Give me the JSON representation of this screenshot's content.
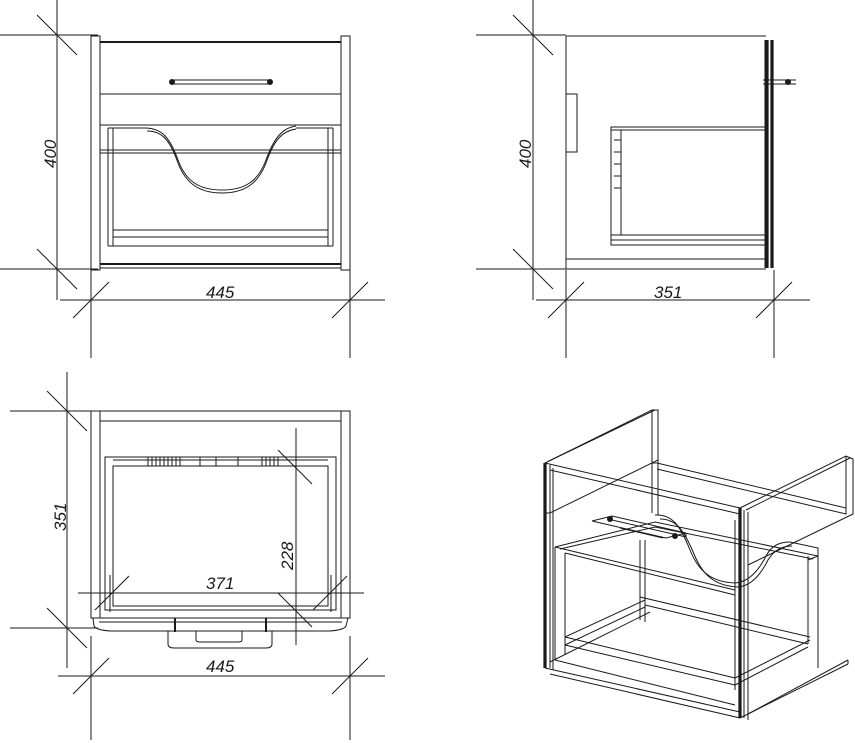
{
  "dimensions": {
    "front_height": "400",
    "front_width": "445",
    "side_height": "400",
    "side_depth": "351",
    "top_depth": "351",
    "top_inner_depth": "228",
    "top_inner_width": "371",
    "top_width": "445"
  }
}
